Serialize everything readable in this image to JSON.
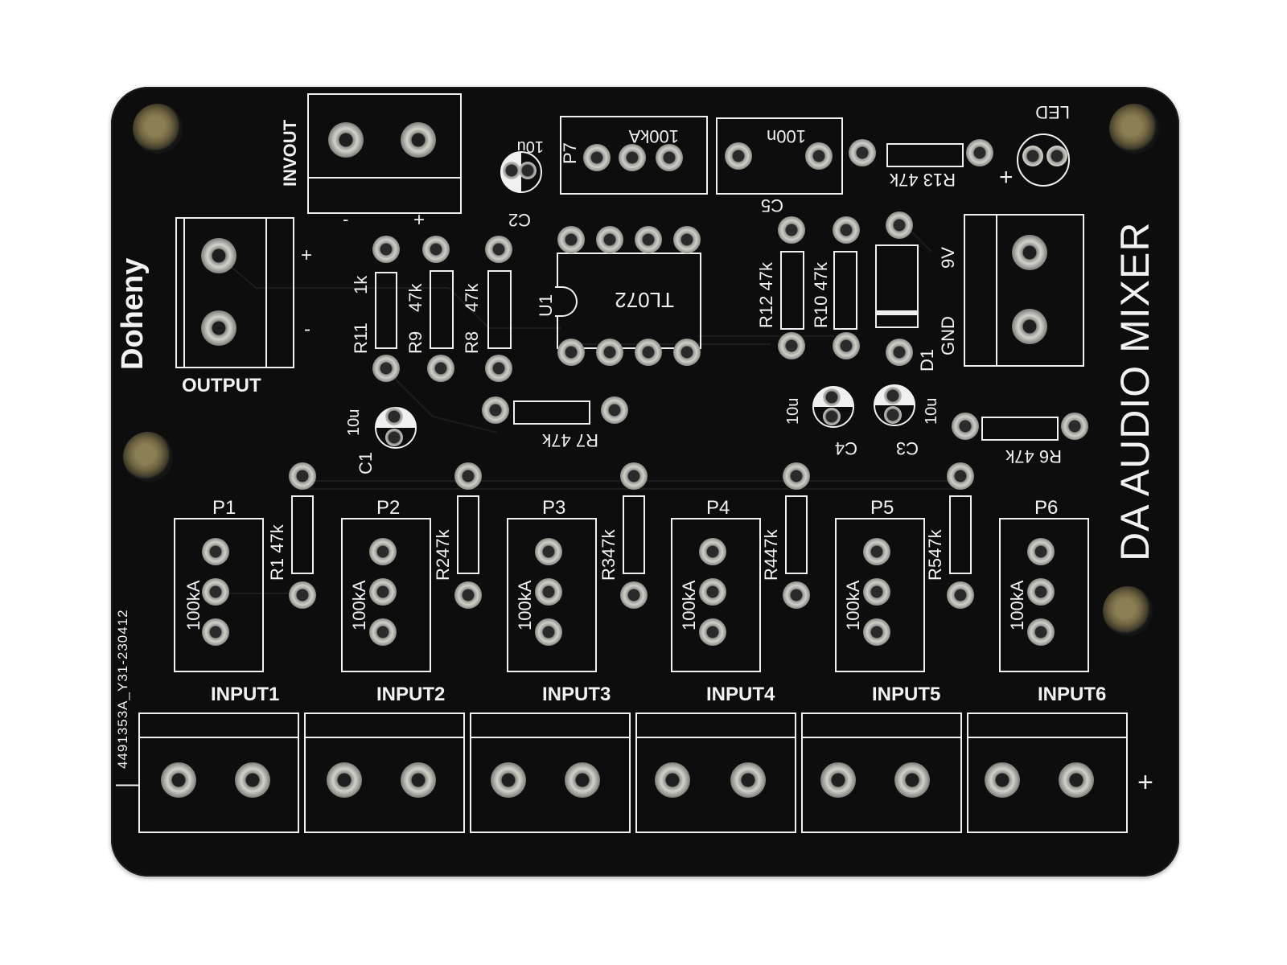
{
  "board": {
    "title": "DA AUDIO MIXER",
    "brand": "Doheny",
    "part_number": "4491353A_Y31-230412",
    "output_label": "OUTPUT",
    "invout_label": "INVOUT",
    "plus": "+",
    "minus": "-",
    "minus_long": "—",
    "led_label": "LED",
    "gnd_label": "GND",
    "v9_label": "9V",
    "ic_label": "U1",
    "ic_part": "TL072",
    "colors": {
      "board": "#0d0d0e",
      "silk": "#f2f2f2",
      "pad": "#cfcfc8",
      "background": "#ffffff"
    }
  },
  "components": {
    "r11": "R11",
    "r11_val": "1k",
    "r9": "R9",
    "r9_val": "47k",
    "r8": "R8",
    "r8_val": "47k",
    "r7": "R7 47k",
    "r12": "R12 47k",
    "r10": "R10 47k",
    "r13": "R13 47k",
    "r6": "R6 47k",
    "d1": "D1",
    "c1": "C1",
    "c1_val": "10u",
    "c2": "C2",
    "c2_val": "10u",
    "c3": "C3",
    "c3_val": "10u",
    "c4": "C4",
    "c4_val": "10u",
    "c5": "C5",
    "c5_val": "100n",
    "p7": "P7",
    "p7_val": "100kA"
  },
  "channels": [
    {
      "pot": "P1",
      "pot_val": "100kA",
      "res": "R1 47k",
      "input": "INPUT1"
    },
    {
      "pot": "P2",
      "pot_val": "100kA",
      "res": "R247k",
      "input": "INPUT2"
    },
    {
      "pot": "P3",
      "pot_val": "100kA",
      "res": "R347k",
      "input": "INPUT3"
    },
    {
      "pot": "P4",
      "pot_val": "100kA",
      "res": "R447k",
      "input": "INPUT4"
    },
    {
      "pot": "P5",
      "pot_val": "100kA",
      "res": "R547k",
      "input": "INPUT5"
    },
    {
      "pot": "P6",
      "pot_val": "100kA",
      "res": "",
      "input": "INPUT6"
    }
  ]
}
